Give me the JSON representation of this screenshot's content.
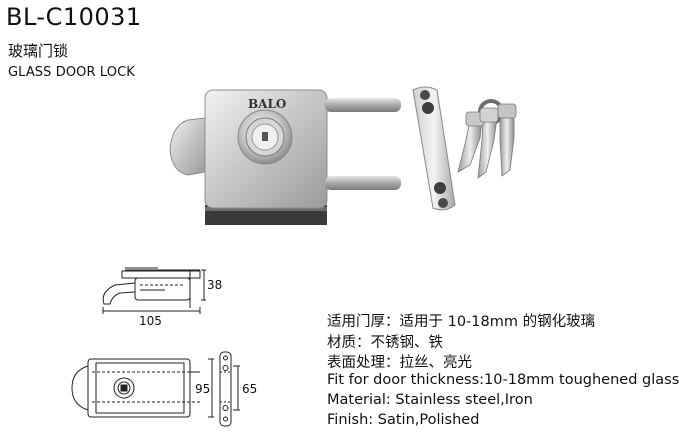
{
  "header": {
    "model": "BL-C10031",
    "name_zh": "玻璃门锁",
    "name_en": "GLASS DOOR LOCK"
  },
  "product_photo": {
    "brand": "BALO",
    "key_count": 3
  },
  "dimensions": {
    "height": "38",
    "length": "105",
    "width": "95",
    "plate": "65"
  },
  "specs": [
    "适用门厚：适用于 10-18mm 的钢化玻璃",
    "材质：不锈钢、铁",
    "表面处理：拉丝、亮光",
    "Fit for door thickness:10-18mm toughened glass",
    "Material: Stainless steel,Iron",
    "Finish: Satin,Polished"
  ]
}
